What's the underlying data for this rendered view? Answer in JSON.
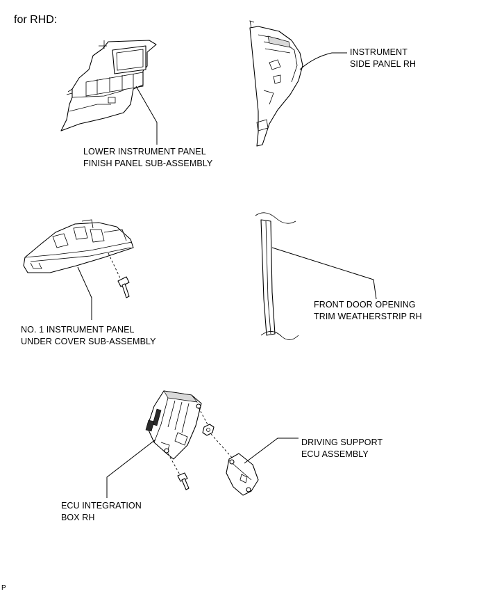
{
  "header": {
    "title": "for RHD:"
  },
  "callouts": {
    "lower_panel": {
      "line1": "LOWER INSTRUMENT PANEL",
      "line2": "FINISH PANEL SUB-ASSEMBLY"
    },
    "side_panel": {
      "line1": "INSTRUMENT",
      "line2": "SIDE PANEL RH"
    },
    "under_cover": {
      "line1": "NO. 1 INSTRUMENT PANEL",
      "line2": "UNDER COVER SUB-ASSEMBLY"
    },
    "weatherstrip": {
      "line1": "FRONT DOOR OPENING",
      "line2": "TRIM WEATHERSTRIP RH"
    },
    "ecu_support": {
      "line1": "DRIVING SUPPORT",
      "line2": "ECU ASSEMBLY"
    },
    "ecu_box": {
      "line1": "ECU INTEGRATION",
      "line2": "BOX RH"
    }
  },
  "footer": {
    "marker": "P"
  }
}
